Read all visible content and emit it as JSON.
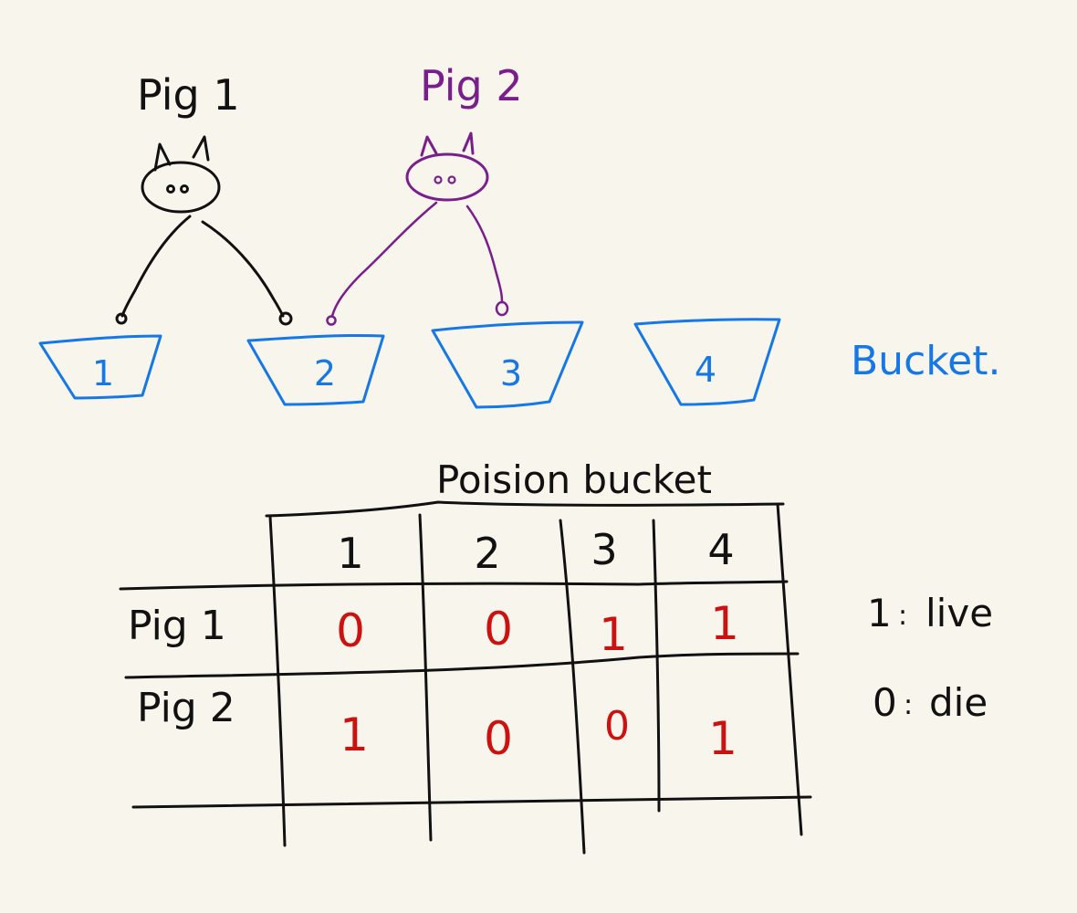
{
  "colors": {
    "background": "#f8f6ec",
    "ink": "#111111",
    "pig1": "#111111",
    "pig2": "#7a1e8c",
    "bucket": "#1677e6",
    "cell": "#cc1111"
  },
  "pigs": [
    {
      "label": "Pig 1",
      "color": "#111111",
      "icon": "pig-face-icon"
    },
    {
      "label": "Pig 2",
      "color": "#7a1e8c",
      "icon": "pig-face-icon"
    }
  ],
  "buckets": {
    "items": [
      "1",
      "2",
      "3",
      "4"
    ],
    "label": "Bucket."
  },
  "table": {
    "title": "Poision bucket",
    "columns": [
      "1",
      "2",
      "3",
      "4"
    ],
    "rows": [
      {
        "label": "Pig 1",
        "values": [
          "0",
          "0",
          "1",
          "1"
        ]
      },
      {
        "label": "Pig 2",
        "values": [
          "1",
          "0",
          "0",
          "1"
        ]
      }
    ]
  },
  "legend": [
    {
      "key": "1",
      "sep": ":",
      "meaning": "live"
    },
    {
      "key": "0",
      "sep": ":",
      "meaning": "die"
    }
  ]
}
